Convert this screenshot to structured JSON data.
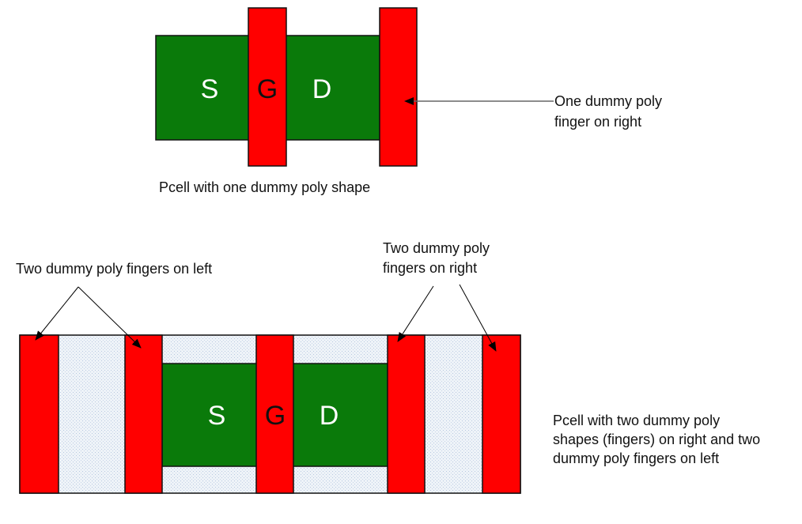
{
  "colors": {
    "poly": "#ff0000",
    "diffusion": "#0a7a0a",
    "hatch_fill": "#e8f0f6",
    "outline": "#111111",
    "text_on_diffusion": "#ffffff",
    "text_on_poly": "#111111"
  },
  "top_diagram": {
    "terminals": {
      "source": "S",
      "gate": "G",
      "drain": "D"
    },
    "callout": [
      "One dummy poly",
      "finger on right"
    ],
    "caption": "Pcell with one dummy poly shape"
  },
  "bottom_diagram": {
    "terminals": {
      "source": "S",
      "gate": "G",
      "drain": "D"
    },
    "callout_left": "Two dummy poly fingers on left",
    "callout_right": [
      "Two dummy poly",
      "fingers on right"
    ],
    "caption": [
      "Pcell with two dummy poly",
      "shapes (fingers) on right and two",
      "dummy poly fingers on left"
    ]
  }
}
